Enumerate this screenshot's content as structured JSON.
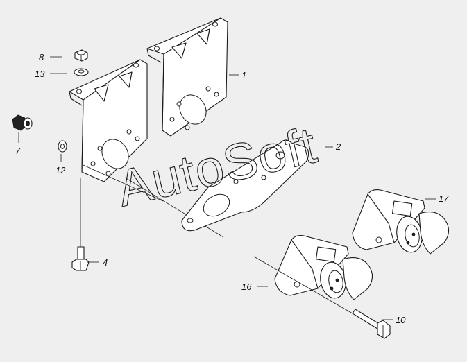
{
  "callouts": [
    {
      "id": "p1",
      "label": "1"
    },
    {
      "id": "p2",
      "label": "2"
    },
    {
      "id": "p4",
      "label": "4"
    },
    {
      "id": "p7",
      "label": "7"
    },
    {
      "id": "p8",
      "label": "8"
    },
    {
      "id": "p10",
      "label": "10"
    },
    {
      "id": "p12",
      "label": "12"
    },
    {
      "id": "p13",
      "label": "13"
    },
    {
      "id": "p16",
      "label": "16"
    },
    {
      "id": "p17",
      "label": "17"
    }
  ],
  "watermark": {
    "text": "AutoSoft"
  },
  "colors": {
    "background": "#efefef",
    "line": "#1a1a1a",
    "part_fill": "#ffffff"
  }
}
